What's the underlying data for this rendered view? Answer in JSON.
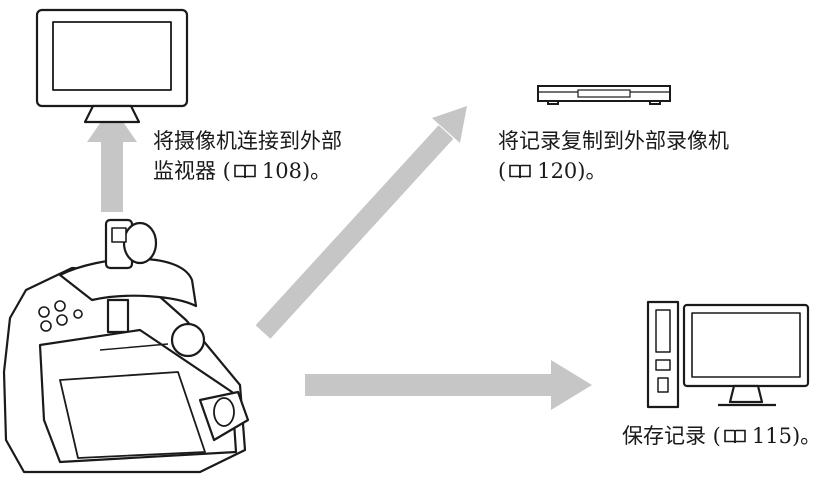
{
  "captions": {
    "monitor": {
      "line1": "将摄像机连接到外部",
      "line2_prefix": "监视器 (",
      "page": "108",
      "line2_suffix": ")。"
    },
    "recorder": {
      "line1": "将记录复制到外部录像机",
      "line2_prefix": "(",
      "page": "120",
      "line2_suffix": ")。"
    },
    "computer": {
      "prefix": "保存记录 (",
      "page": "115",
      "suffix": ")。"
    }
  },
  "icons": [
    "tv-monitor-icon",
    "video-recorder-icon",
    "computer-icon",
    "camcorder-icon",
    "book-reference-icon"
  ],
  "colors": {
    "arrow": "#c6c6c6",
    "line": "#222222"
  }
}
